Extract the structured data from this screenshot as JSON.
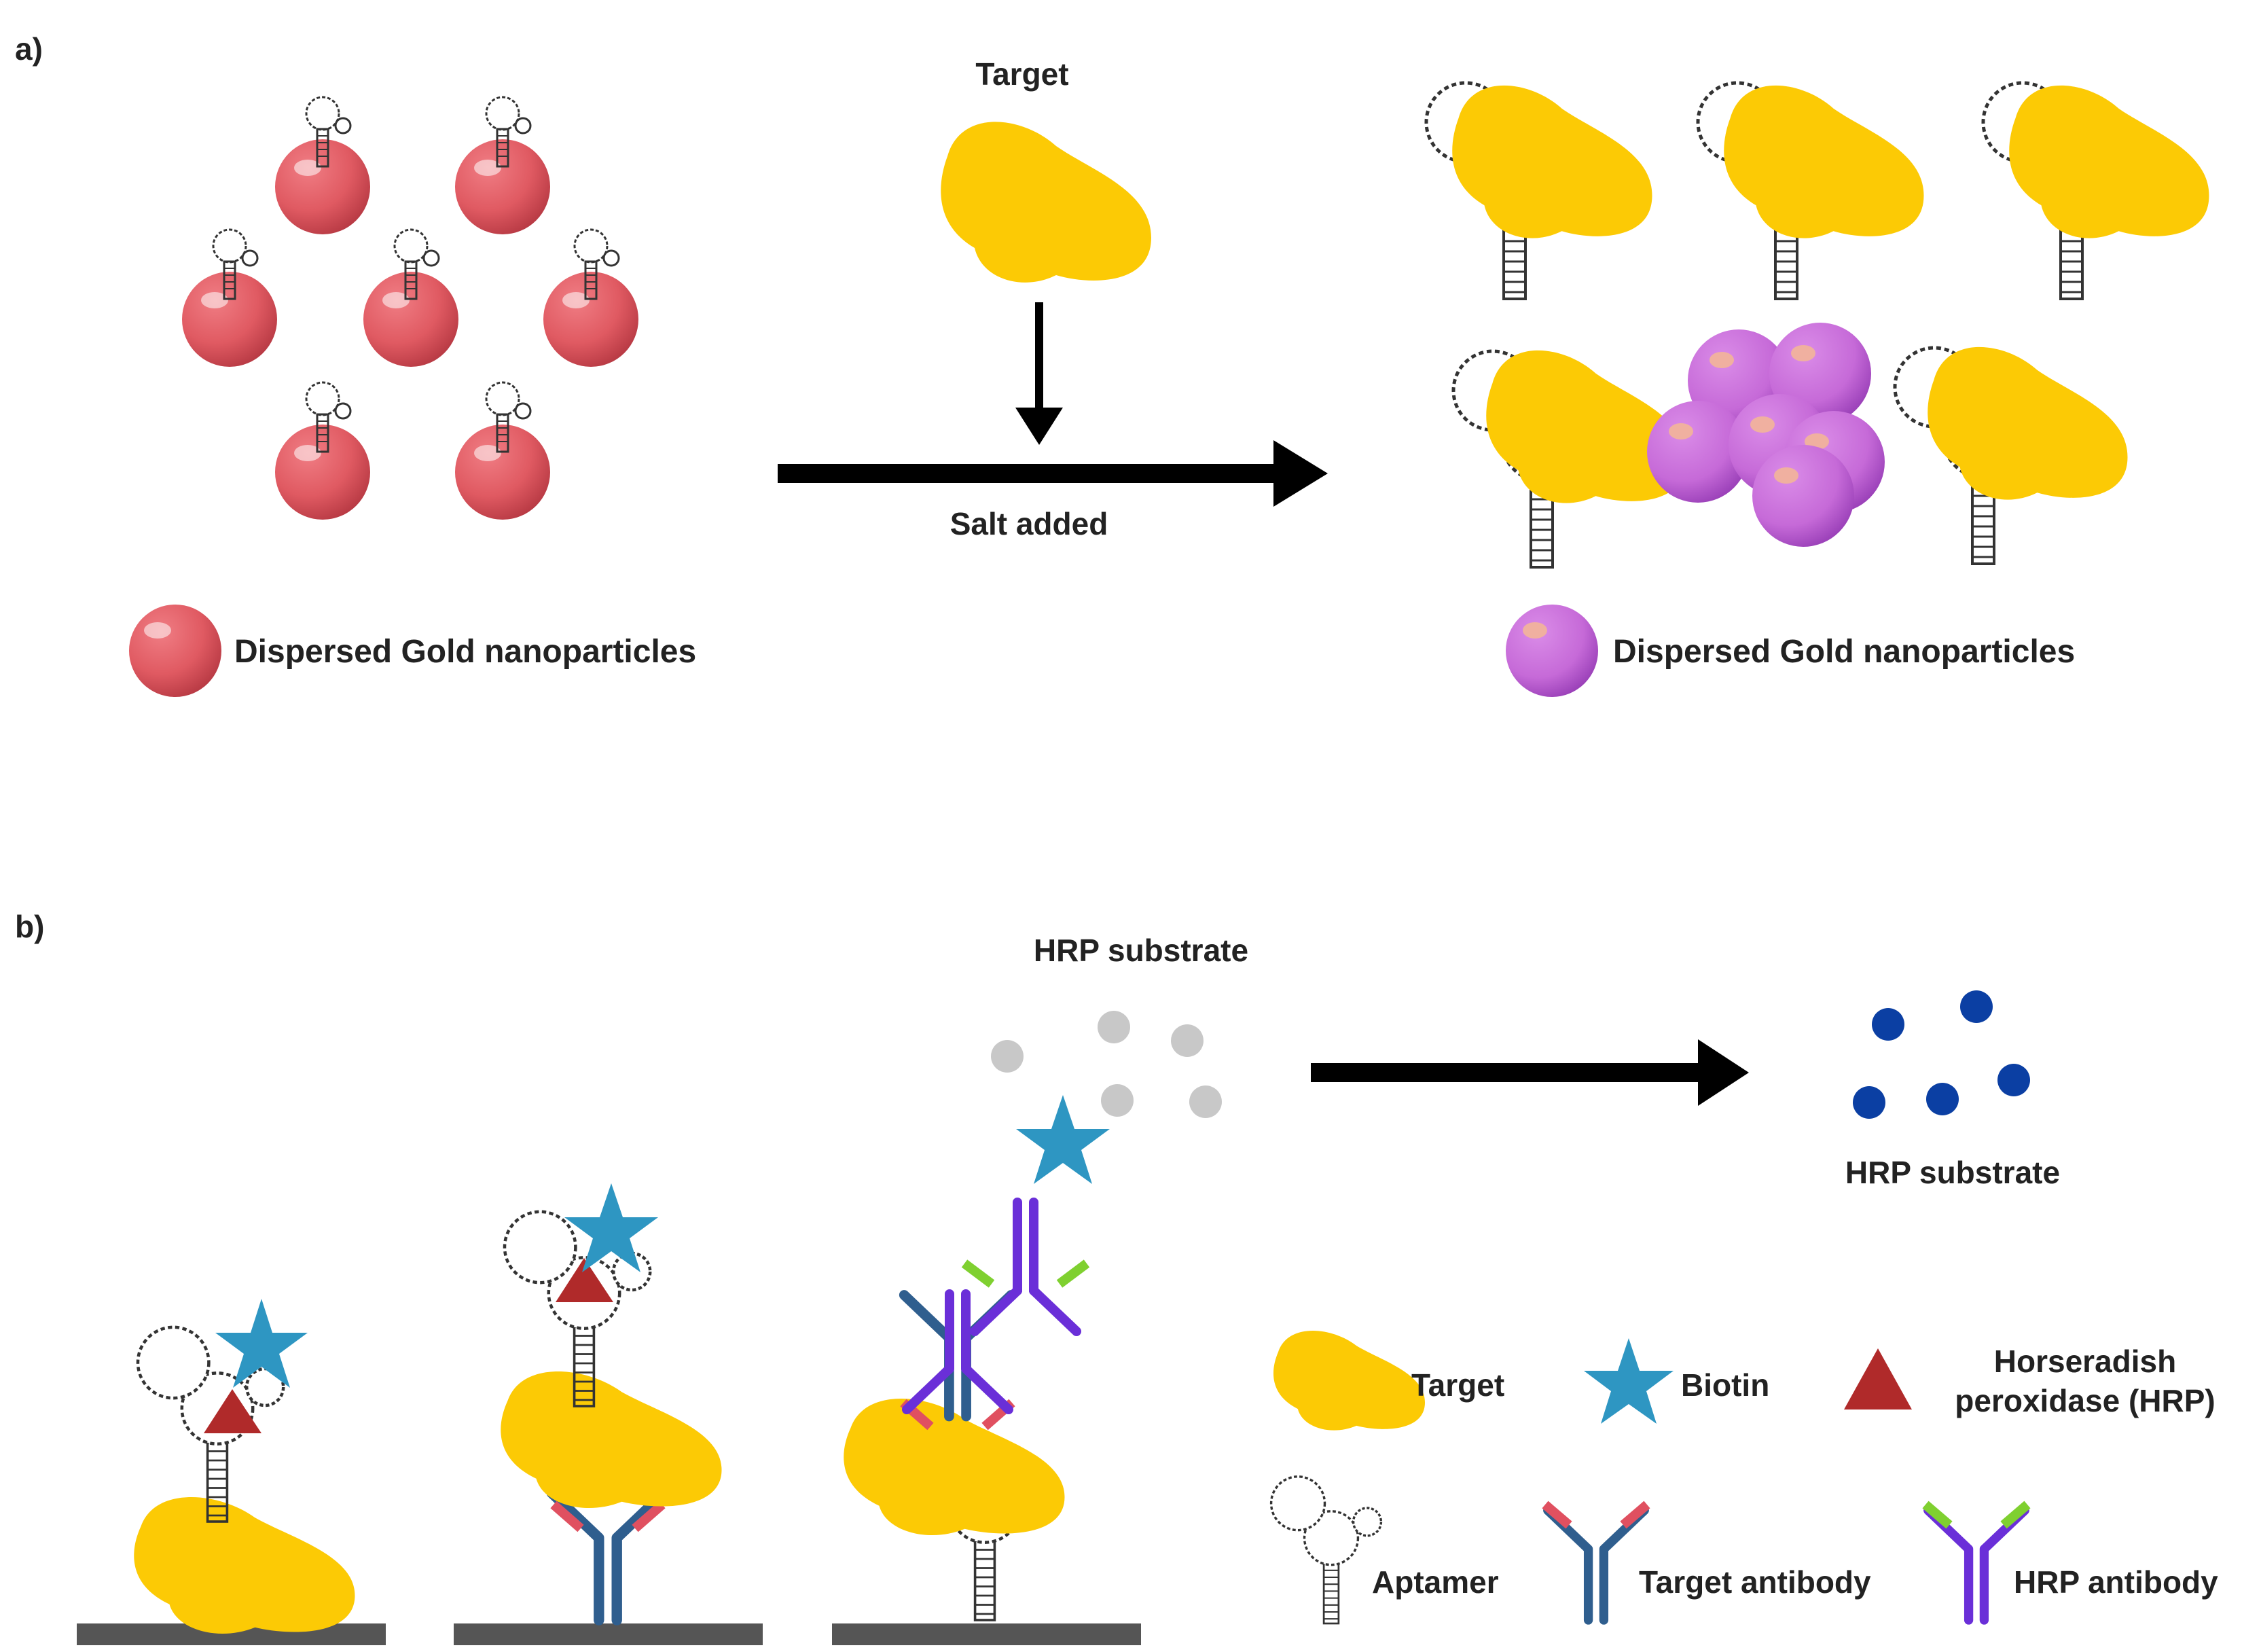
{
  "panel_a": {
    "label": "a)",
    "target_label": "Target",
    "salt_label": "Salt added",
    "legend_red": "Dispersed Gold nanoparticles",
    "legend_purple": "Dispersed Gold nanoparticles"
  },
  "panel_b": {
    "label": "b)",
    "substrate_top": "HRP substrate",
    "substrate_product": "HRP substrate",
    "legend": {
      "target": "Target",
      "biotin": "Biotin",
      "hrp_line1": "Horseradish",
      "hrp_line2": "peroxidase (HRP)",
      "aptamer": "Aptamer",
      "target_antibody": "Target antibody",
      "hrp_antibody": "HRP antibody"
    }
  },
  "colors": {
    "gold_nanoparticle": "#e05a62",
    "aggregated_nanoparticle": "#c66ad8",
    "target": "#fcca05",
    "biotin": "#2e96c2",
    "hrp": "#b02a2a",
    "target_antibody": "#2f5e8e",
    "hrp_antibody": "#6a2fd8",
    "substrate": "#c8c8c8",
    "product": "#0b3fa3",
    "surface": "#555555"
  }
}
